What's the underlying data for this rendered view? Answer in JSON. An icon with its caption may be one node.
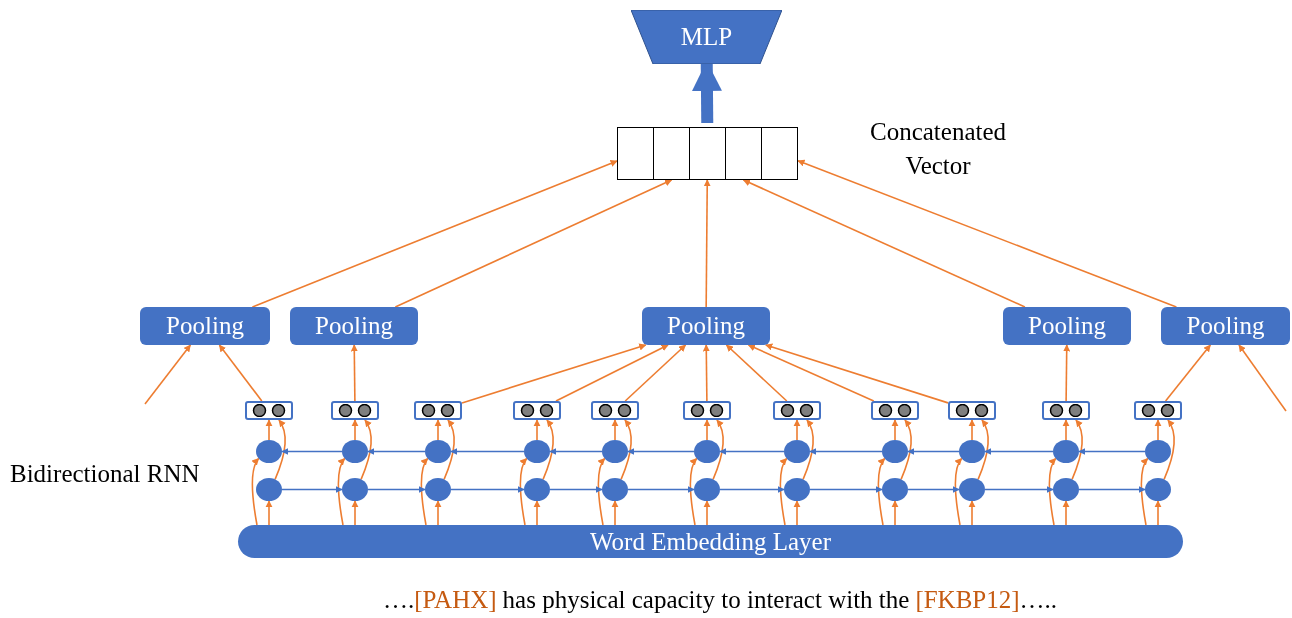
{
  "diagram": {
    "nodes": [
      {
        "text": [
          "MLP"
        ]
      },
      {
        "text": [],
        "shape": "box",
        "beside": [
          "Concatenated Vector"
        ]
      },
      {
        "text": [],
        "shape": "box",
        "in": 1
      },
      {
        "text": [],
        "shape": "box",
        "in": 1
      },
      {
        "text": [],
        "shape": "box",
        "in": 1
      },
      {
        "text": [],
        "shape": "box",
        "in": 1
      },
      {
        "text": [],
        "shape": "box",
        "in": 1
      },
      {
        "text": [
          "Pooling"
        ]
      },
      {
        "text": [
          "Pooling"
        ]
      },
      {
        "text": [
          "Pooling"
        ]
      },
      {
        "text": [
          "Pooling"
        ]
      },
      {
        "text": [
          "Pooling"
        ]
      },
      {
        "text": [],
        "shape": "box"
      },
      {
        "text": [],
        "shape": "box"
      },
      {
        "text": [],
        "shape": "box"
      },
      {
        "text": [],
        "shape": "box"
      },
      {
        "text": [],
        "shape": "box"
      },
      {
        "text": [],
        "shape": "box"
      },
      {
        "text": [],
        "shape": "box"
      },
      {
        "text": [],
        "shape": "box"
      },
      {
        "text": [],
        "shape": "box"
      },
      {
        "text": [],
        "shape": "box"
      },
      {
        "text": [],
        "shape": "box"
      },
      {
        "text": [],
        "shape": "circle"
      },
      {
        "text": [],
        "shape": "circle"
      },
      {
        "text": [],
        "shape": "circle"
      },
      {
        "text": [],
        "shape": "circle"
      },
      {
        "text": [],
        "shape": "circle"
      },
      {
        "text": [],
        "shape": "circle"
      },
      {
        "text": [],
        "shape": "circle"
      },
      {
        "text": [],
        "shape": "circle"
      },
      {
        "text": [],
        "shape": "circle"
      },
      {
        "text": [],
        "shape": "circle"
      },
      {
        "text": [],
        "shape": "circle"
      },
      {
        "text": [],
        "shape": "circle"
      },
      {
        "text": [],
        "shape": "circle"
      },
      {
        "text": [],
        "shape": "circle"
      },
      {
        "text": [],
        "shape": "circle"
      },
      {
        "text": [],
        "shape": "circle"
      },
      {
        "text": [],
        "shape": "circle"
      },
      {
        "text": [],
        "shape": "circle"
      },
      {
        "text": [],
        "shape": "circle"
      },
      {
        "text": [],
        "shape": "circle"
      },
      {
        "text": [],
        "shape": "circle"
      },
      {
        "text": [],
        "shape": "circle"
      },
      {
        "text": [
          "Word Embedding Layer"
        ]
      }
    ],
    "edges": [
      {
        "from": null,
        "to": 7,
        "arrow": "to"
      },
      {
        "from": 12,
        "to": 7,
        "arrow": "to"
      },
      {
        "from": 13,
        "to": 8,
        "arrow": "to"
      },
      {
        "from": 14,
        "to": 9,
        "arrow": "to"
      },
      {
        "from": 15,
        "to": 9,
        "arrow": "to"
      },
      {
        "from": 16,
        "to": 9,
        "arrow": "to"
      },
      {
        "from": 17,
        "to": 9,
        "arrow": "to"
      },
      {
        "from": 18,
        "to": 9,
        "arrow": "to"
      },
      {
        "from": 19,
        "to": 9,
        "arrow": "to"
      },
      {
        "from": 20,
        "to": 9,
        "arrow": "to"
      },
      {
        "from": 21,
        "to": 10,
        "arrow": "to"
      },
      {
        "from": 22,
        "to": 11,
        "arrow": "to"
      },
      {
        "from": null,
        "to": 11,
        "arrow": "to"
      },
      {
        "from": 7,
        "to": 2,
        "arrow": "to"
      },
      {
        "from": 8,
        "to": 3,
        "arrow": "to"
      },
      {
        "from": 9,
        "to": 4,
        "arrow": "to"
      },
      {
        "from": 10,
        "to": 5,
        "arrow": "to"
      },
      {
        "from": 11,
        "to": 6,
        "arrow": "to"
      },
      {
        "from": 1,
        "to": 0,
        "arrow": "to",
        "style": "thick",
        "color": "#4472c4"
      },
      {
        "from": 23,
        "to": 12,
        "arrow": "to"
      },
      {
        "from": 34,
        "to": 12,
        "arrow": "to"
      },
      {
        "from": 45,
        "to": 34,
        "arrow": "to"
      },
      {
        "from": 45,
        "to": 23,
        "arrow": "to"
      },
      {
        "from": 24,
        "to": 13,
        "arrow": "to"
      },
      {
        "from": 35,
        "to": 13,
        "arrow": "to"
      },
      {
        "from": 45,
        "to": 35,
        "arrow": "to"
      },
      {
        "from": 45,
        "to": 24,
        "arrow": "to"
      },
      {
        "from": 25,
        "to": 14,
        "arrow": "to"
      },
      {
        "from": 36,
        "to": 14,
        "arrow": "to"
      },
      {
        "from": 45,
        "to": 36,
        "arrow": "to"
      },
      {
        "from": 45,
        "to": 25,
        "arrow": "to"
      },
      {
        "from": 26,
        "to": 15,
        "arrow": "to"
      },
      {
        "from": 37,
        "to": 15,
        "arrow": "to"
      },
      {
        "from": 45,
        "to": 37,
        "arrow": "to"
      },
      {
        "from": 45,
        "to": 26,
        "arrow": "to"
      },
      {
        "from": 27,
        "to": 16,
        "arrow": "to"
      },
      {
        "from": 38,
        "to": 16,
        "arrow": "to"
      },
      {
        "from": 45,
        "to": 38,
        "arrow": "to"
      },
      {
        "from": 45,
        "to": 27,
        "arrow": "to"
      },
      {
        "from": 28,
        "to": 17,
        "arrow": "to"
      },
      {
        "from": 39,
        "to": 17,
        "arrow": "to"
      },
      {
        "from": 45,
        "to": 39,
        "arrow": "to"
      },
      {
        "from": 45,
        "to": 28,
        "arrow": "to"
      },
      {
        "from": 29,
        "to": 18,
        "arrow": "to"
      },
      {
        "from": 40,
        "to": 18,
        "arrow": "to"
      },
      {
        "from": 45,
        "to": 40,
        "arrow": "to"
      },
      {
        "from": 45,
        "to": 29,
        "arrow": "to"
      },
      {
        "from": 30,
        "to": 19,
        "arrow": "to"
      },
      {
        "from": 41,
        "to": 19,
        "arrow": "to"
      },
      {
        "from": 45,
        "to": 41,
        "arrow": "to"
      },
      {
        "from": 45,
        "to": 30,
        "arrow": "to"
      },
      {
        "from": 31,
        "to": 20,
        "arrow": "to"
      },
      {
        "from": 42,
        "to": 20,
        "arrow": "to"
      },
      {
        "from": 45,
        "to": 42,
        "arrow": "to"
      },
      {
        "from": 45,
        "to": 31,
        "arrow": "to"
      },
      {
        "from": 32,
        "to": 21,
        "arrow": "to"
      },
      {
        "from": 43,
        "to": 21,
        "arrow": "to"
      },
      {
        "from": 45,
        "to": 43,
        "arrow": "to"
      },
      {
        "from": 45,
        "to": 32,
        "arrow": "to"
      },
      {
        "from": 33,
        "to": 22,
        "arrow": "to"
      },
      {
        "from": 44,
        "to": 22,
        "arrow": "to"
      },
      {
        "from": 45,
        "to": 44,
        "arrow": "to"
      },
      {
        "from": 45,
        "to": 33,
        "arrow": "to"
      },
      {
        "from": 24,
        "to": 23,
        "arrow": "to",
        "color": "#4472c4"
      },
      {
        "from": 25,
        "to": 24,
        "arrow": "to",
        "color": "#4472c4"
      },
      {
        "from": 26,
        "to": 25,
        "arrow": "to",
        "color": "#4472c4"
      },
      {
        "from": 27,
        "to": 26,
        "arrow": "to",
        "color": "#4472c4"
      },
      {
        "from": 28,
        "to": 27,
        "arrow": "to",
        "color": "#4472c4"
      },
      {
        "from": 29,
        "to": 28,
        "arrow": "to",
        "color": "#4472c4"
      },
      {
        "from": 30,
        "to": 29,
        "arrow": "to",
        "color": "#4472c4"
      },
      {
        "from": 31,
        "to": 30,
        "arrow": "to",
        "color": "#4472c4"
      },
      {
        "from": 32,
        "to": 31,
        "arrow": "to",
        "color": "#4472c4"
      },
      {
        "from": 33,
        "to": 32,
        "arrow": "to",
        "color": "#4472c4"
      },
      {
        "from": 34,
        "to": 35,
        "arrow": "to",
        "color": "#4472c4"
      },
      {
        "from": 35,
        "to": 36,
        "arrow": "to",
        "color": "#4472c4"
      },
      {
        "from": 36,
        "to": 37,
        "arrow": "to",
        "color": "#4472c4"
      },
      {
        "from": 37,
        "to": 38,
        "arrow": "to",
        "color": "#4472c4"
      },
      {
        "from": 38,
        "to": 39,
        "arrow": "to",
        "color": "#4472c4"
      },
      {
        "from": 39,
        "to": 40,
        "arrow": "to",
        "color": "#4472c4"
      },
      {
        "from": 40,
        "to": 41,
        "arrow": "to",
        "color": "#4472c4"
      },
      {
        "from": 41,
        "to": 42,
        "arrow": "to",
        "color": "#4472c4"
      },
      {
        "from": 42,
        "to": 43,
        "arrow": "to",
        "color": "#4472c4"
      },
      {
        "from": 43,
        "to": 44,
        "arrow": "to",
        "color": "#4472c4"
      }
    ],
    "labels": [
      "Bidirectional RNN",
      "….",
      "[PAHX]",
      "has physical capacity to interact with the",
      "[FKBP12]",
      "….."
    ]
  }
}
